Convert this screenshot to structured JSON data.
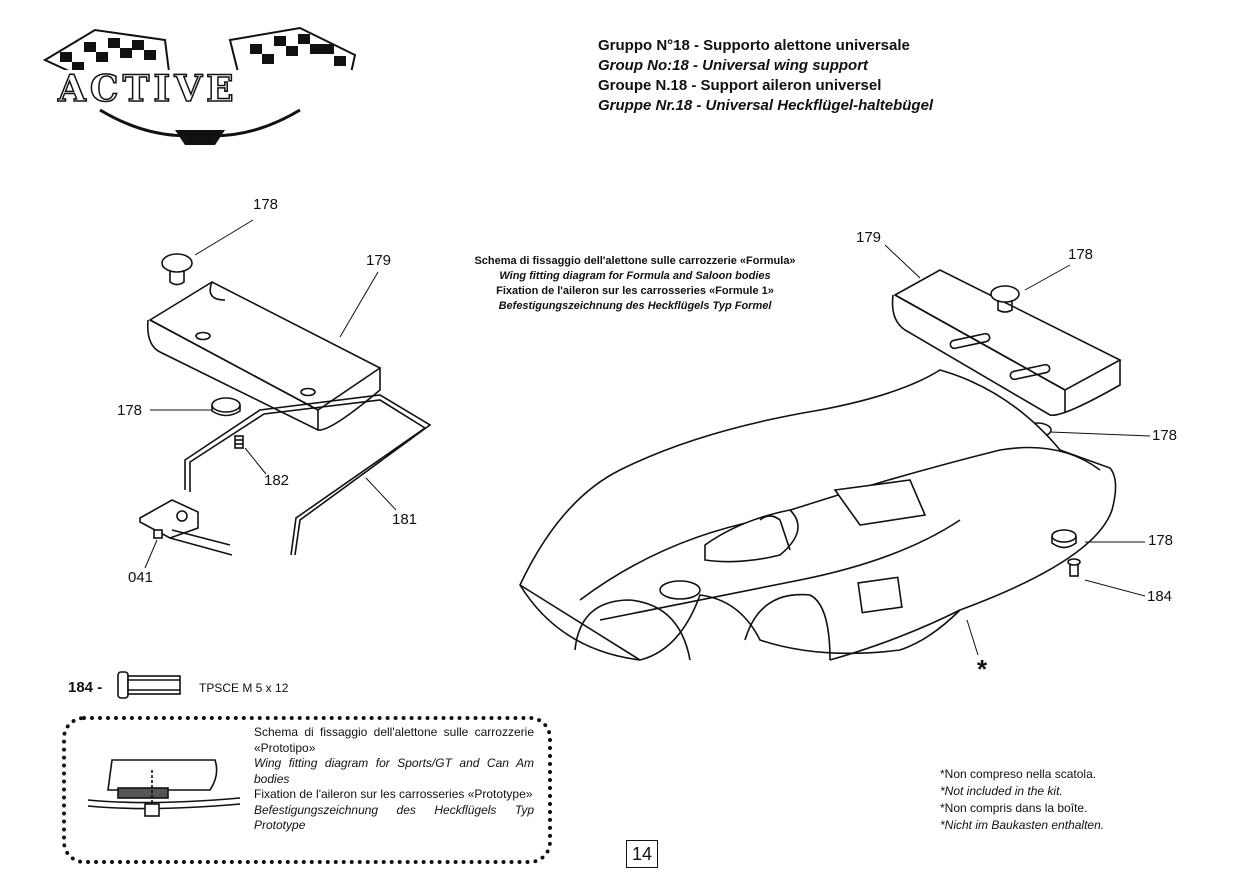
{
  "header": {
    "title_it": "Gruppo N°18 - Supporto alettone universale",
    "title_en": "Group No:18 - Universal wing support",
    "title_fr": "Groupe N.18 - Support aileron universel",
    "title_de": "Gruppe Nr.18 - Universal Heckflügel-haltebügel"
  },
  "logo": {
    "text": "ACTIVE"
  },
  "formula_caption": {
    "it": "Schema di fissaggio dell'alettone sulle carrozzerie «Formula»",
    "en": "Wing fitting diagram for Formula and Saloon bodies",
    "fr": "Fixation de l'aileron sur les carrosseries  «Formule 1»",
    "de": "Befestigungszeichnung des Heckflügels Typ Formel"
  },
  "left_callouts": {
    "a": "178",
    "b": "179",
    "c": "178",
    "d": "182",
    "e": "181",
    "f": "041"
  },
  "right_callouts": {
    "a": "179",
    "b": "178",
    "c": "178",
    "d": "178",
    "e": "184",
    "f": "*"
  },
  "part_184": {
    "code": "184 -",
    "desc": "TPSCE M 5 x 12"
  },
  "prototype_box": {
    "it": "Schema di fissaggio dell'alettone sulle carrozzerie «Prototipo»",
    "en": "Wing fitting diagram for Sports/GT and Can Am bodies",
    "fr": "Fixation de l'aileron sur les carrosseries «Prototype»",
    "de": "Befestigungszeichnung des Heckflügels Typ Prototype"
  },
  "notes": {
    "it": "*Non compreso nella scatola.",
    "en": "*Not included in the kit.",
    "fr": "*Non compris dans la boîte.",
    "de": "*Nicht im Baukasten enthalten."
  },
  "page_number": "14"
}
